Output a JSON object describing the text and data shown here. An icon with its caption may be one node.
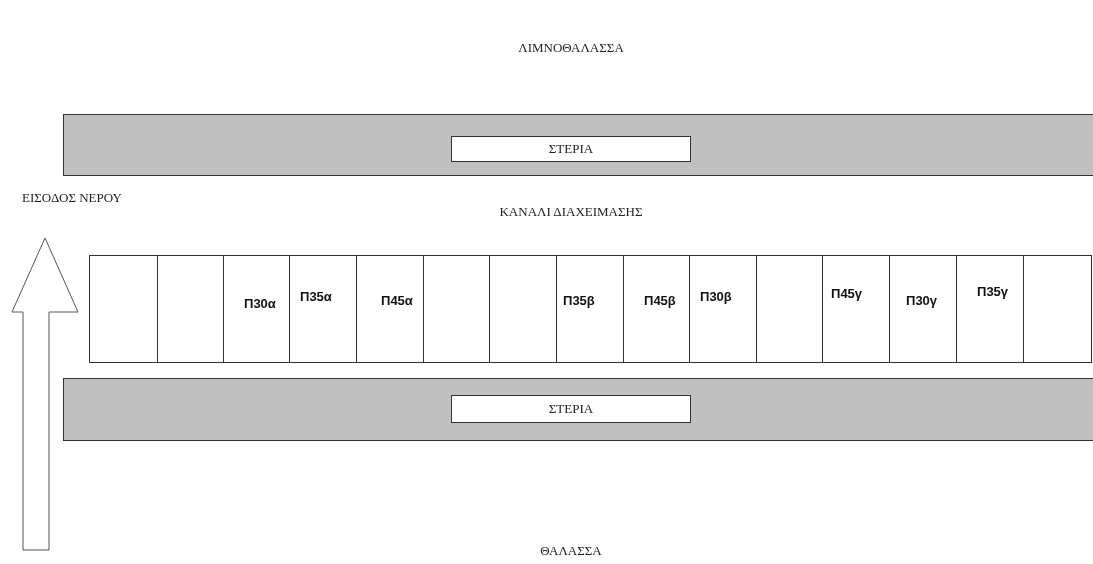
{
  "diagram": {
    "nodes": [
      {
        "text": [],
        "shape": "bar"
      },
      {
        "text": [
          "ΣΤΕΡΙΑ"
        ],
        "in": 0
      },
      {
        "text": [],
        "shape": "box"
      },
      {
        "text": [],
        "shape": "box"
      },
      {
        "text": [
          "Π30α"
        ]
      },
      {
        "text": [
          "Π35α"
        ]
      },
      {
        "text": [
          "Π45α"
        ]
      },
      {
        "text": [],
        "shape": "box"
      },
      {
        "text": [],
        "shape": "box"
      },
      {
        "text": [
          "Π35β"
        ]
      },
      {
        "text": [
          "Π45β"
        ]
      },
      {
        "text": [
          "Π30β"
        ]
      },
      {
        "text": [],
        "shape": "box"
      },
      {
        "text": [
          "Π45γ"
        ]
      },
      {
        "text": [
          "Π30γ"
        ]
      },
      {
        "text": [
          "Π35γ"
        ]
      },
      {
        "text": [],
        "shape": "box"
      },
      {
        "text": [],
        "shape": "bar"
      },
      {
        "text": [
          "ΣΤΕΡΙΑ"
        ],
        "in": 17
      }
    ],
    "labels": [
      "ΛΙΜΝΟΘΑΛΑΣΣΑ",
      "ΕΙΣΟΔΟΣ ΝΕΡΟΥ",
      "ΚΑΝΑΛΙ ΔΙΑΧΕΙΜΑΣΗΣ",
      "ΘΑΛΑΣΣΑ"
    ]
  }
}
